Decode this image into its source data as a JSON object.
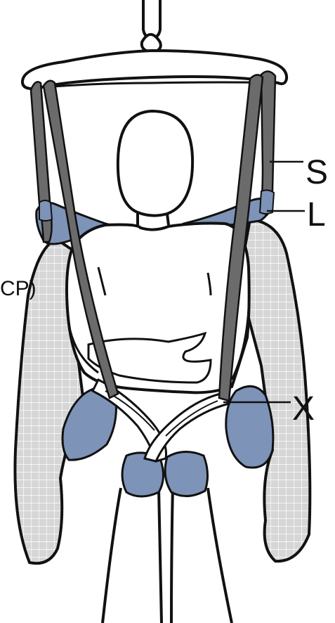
{
  "labels": {
    "s": "S",
    "l": "L",
    "x": "X",
    "cp": "CP)"
  },
  "colors": {
    "outline": "#111111",
    "pad_blue": "#7d93b7",
    "mesh_fill": "#d6d6d6",
    "mesh_grid": "#ffffff",
    "strap": "#6b6b6b",
    "background": "#ffffff"
  }
}
